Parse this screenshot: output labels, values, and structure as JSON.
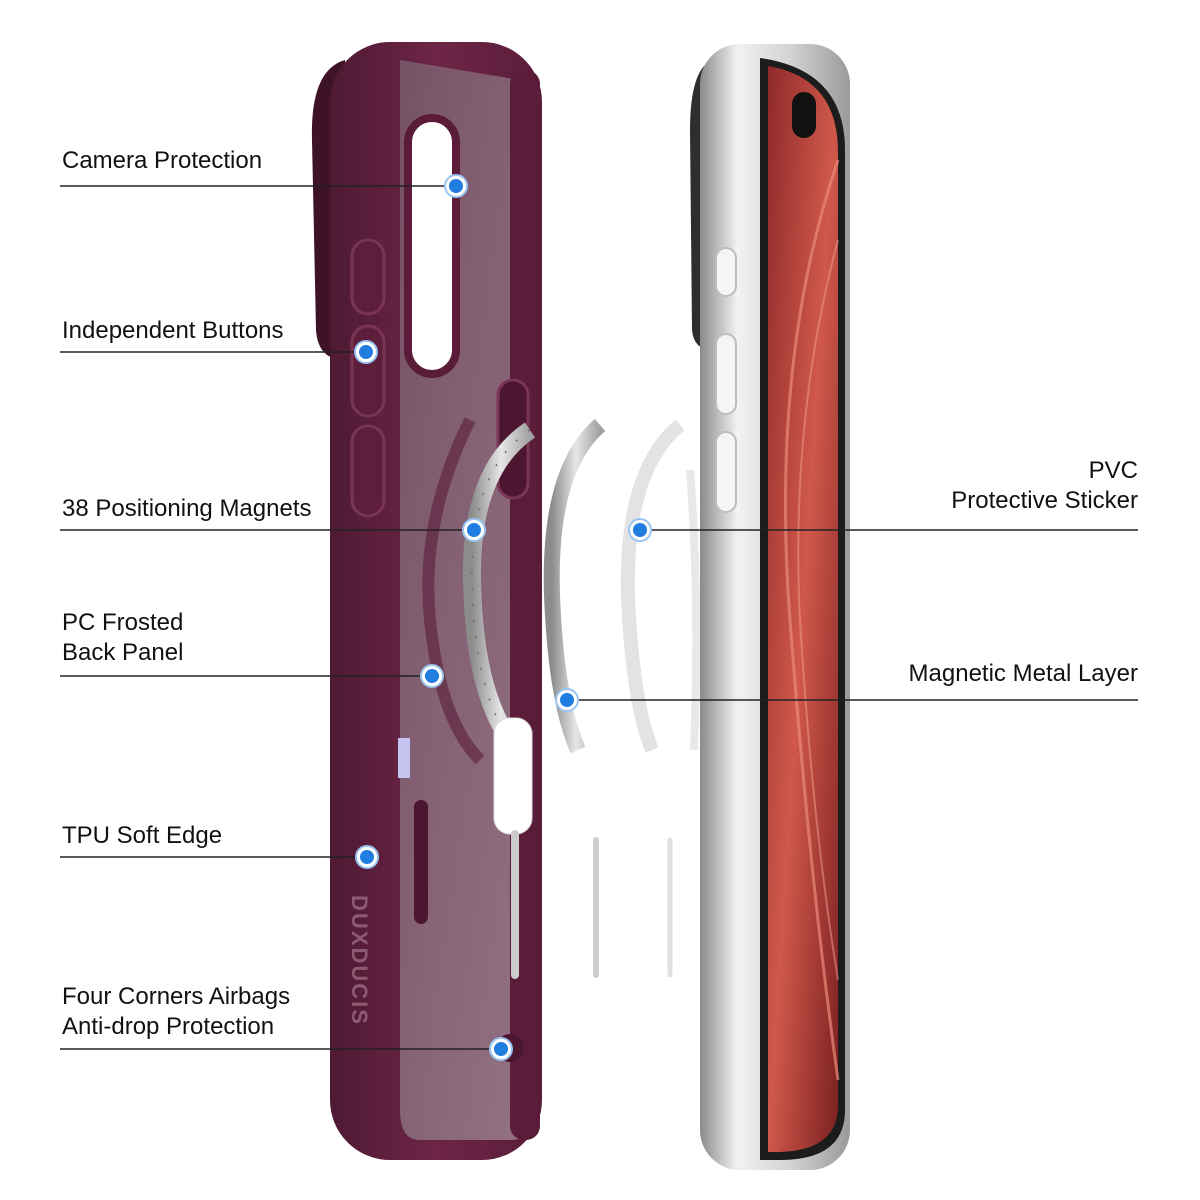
{
  "brand_mark": "DUXDUCIS",
  "colors": {
    "case": "#6b2444",
    "case_dark": "#4d1630",
    "case_inner": "#5a1c38",
    "frosted_panel": "#8a6a7c",
    "phone_frame": "#d9d9d9",
    "phone_screen": "#b9453c",
    "dot": "#1f7ee0",
    "leader_line": "#222222"
  },
  "callouts_left": [
    {
      "lines": [
        "Camera Protection"
      ]
    },
    {
      "lines": [
        "Independent Buttons"
      ]
    },
    {
      "lines": [
        "38 Positioning Magnets"
      ]
    },
    {
      "lines": [
        "PC Frosted",
        "Back Panel"
      ]
    },
    {
      "lines": [
        "TPU Soft Edge"
      ]
    },
    {
      "lines": [
        "Four Corners Airbags",
        "Anti-drop Protection"
      ]
    }
  ],
  "callouts_right": [
    {
      "lines": [
        "PVC",
        "Protective Sticker"
      ]
    },
    {
      "lines": [
        "Magnetic Metal Layer"
      ]
    }
  ]
}
